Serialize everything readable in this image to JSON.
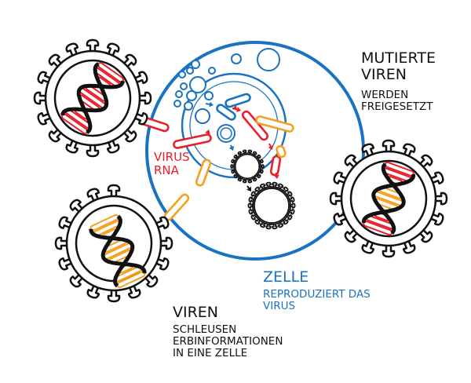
{
  "colors": {
    "cell": "#1a73c2",
    "rna": "#e8202a",
    "rna_orange": "#f5a020",
    "outline": "#111111"
  },
  "labels": {
    "mutated_title": [
      "MUTIERTE",
      "VIREN"
    ],
    "mutated_sub": [
      "WERDEN",
      "FREIGESETZT"
    ],
    "virus_rna": [
      "VIRUS",
      "RNA"
    ],
    "cell_title": "ZELLE",
    "cell_sub": [
      "REPRODUZIERT DAS",
      "VIRUS"
    ],
    "viruses_title": "VIREN",
    "viruses_sub": [
      "SCHLEUSEN",
      "ERBINFORMATIONEN",
      "IN EINE ZELLE"
    ]
  }
}
